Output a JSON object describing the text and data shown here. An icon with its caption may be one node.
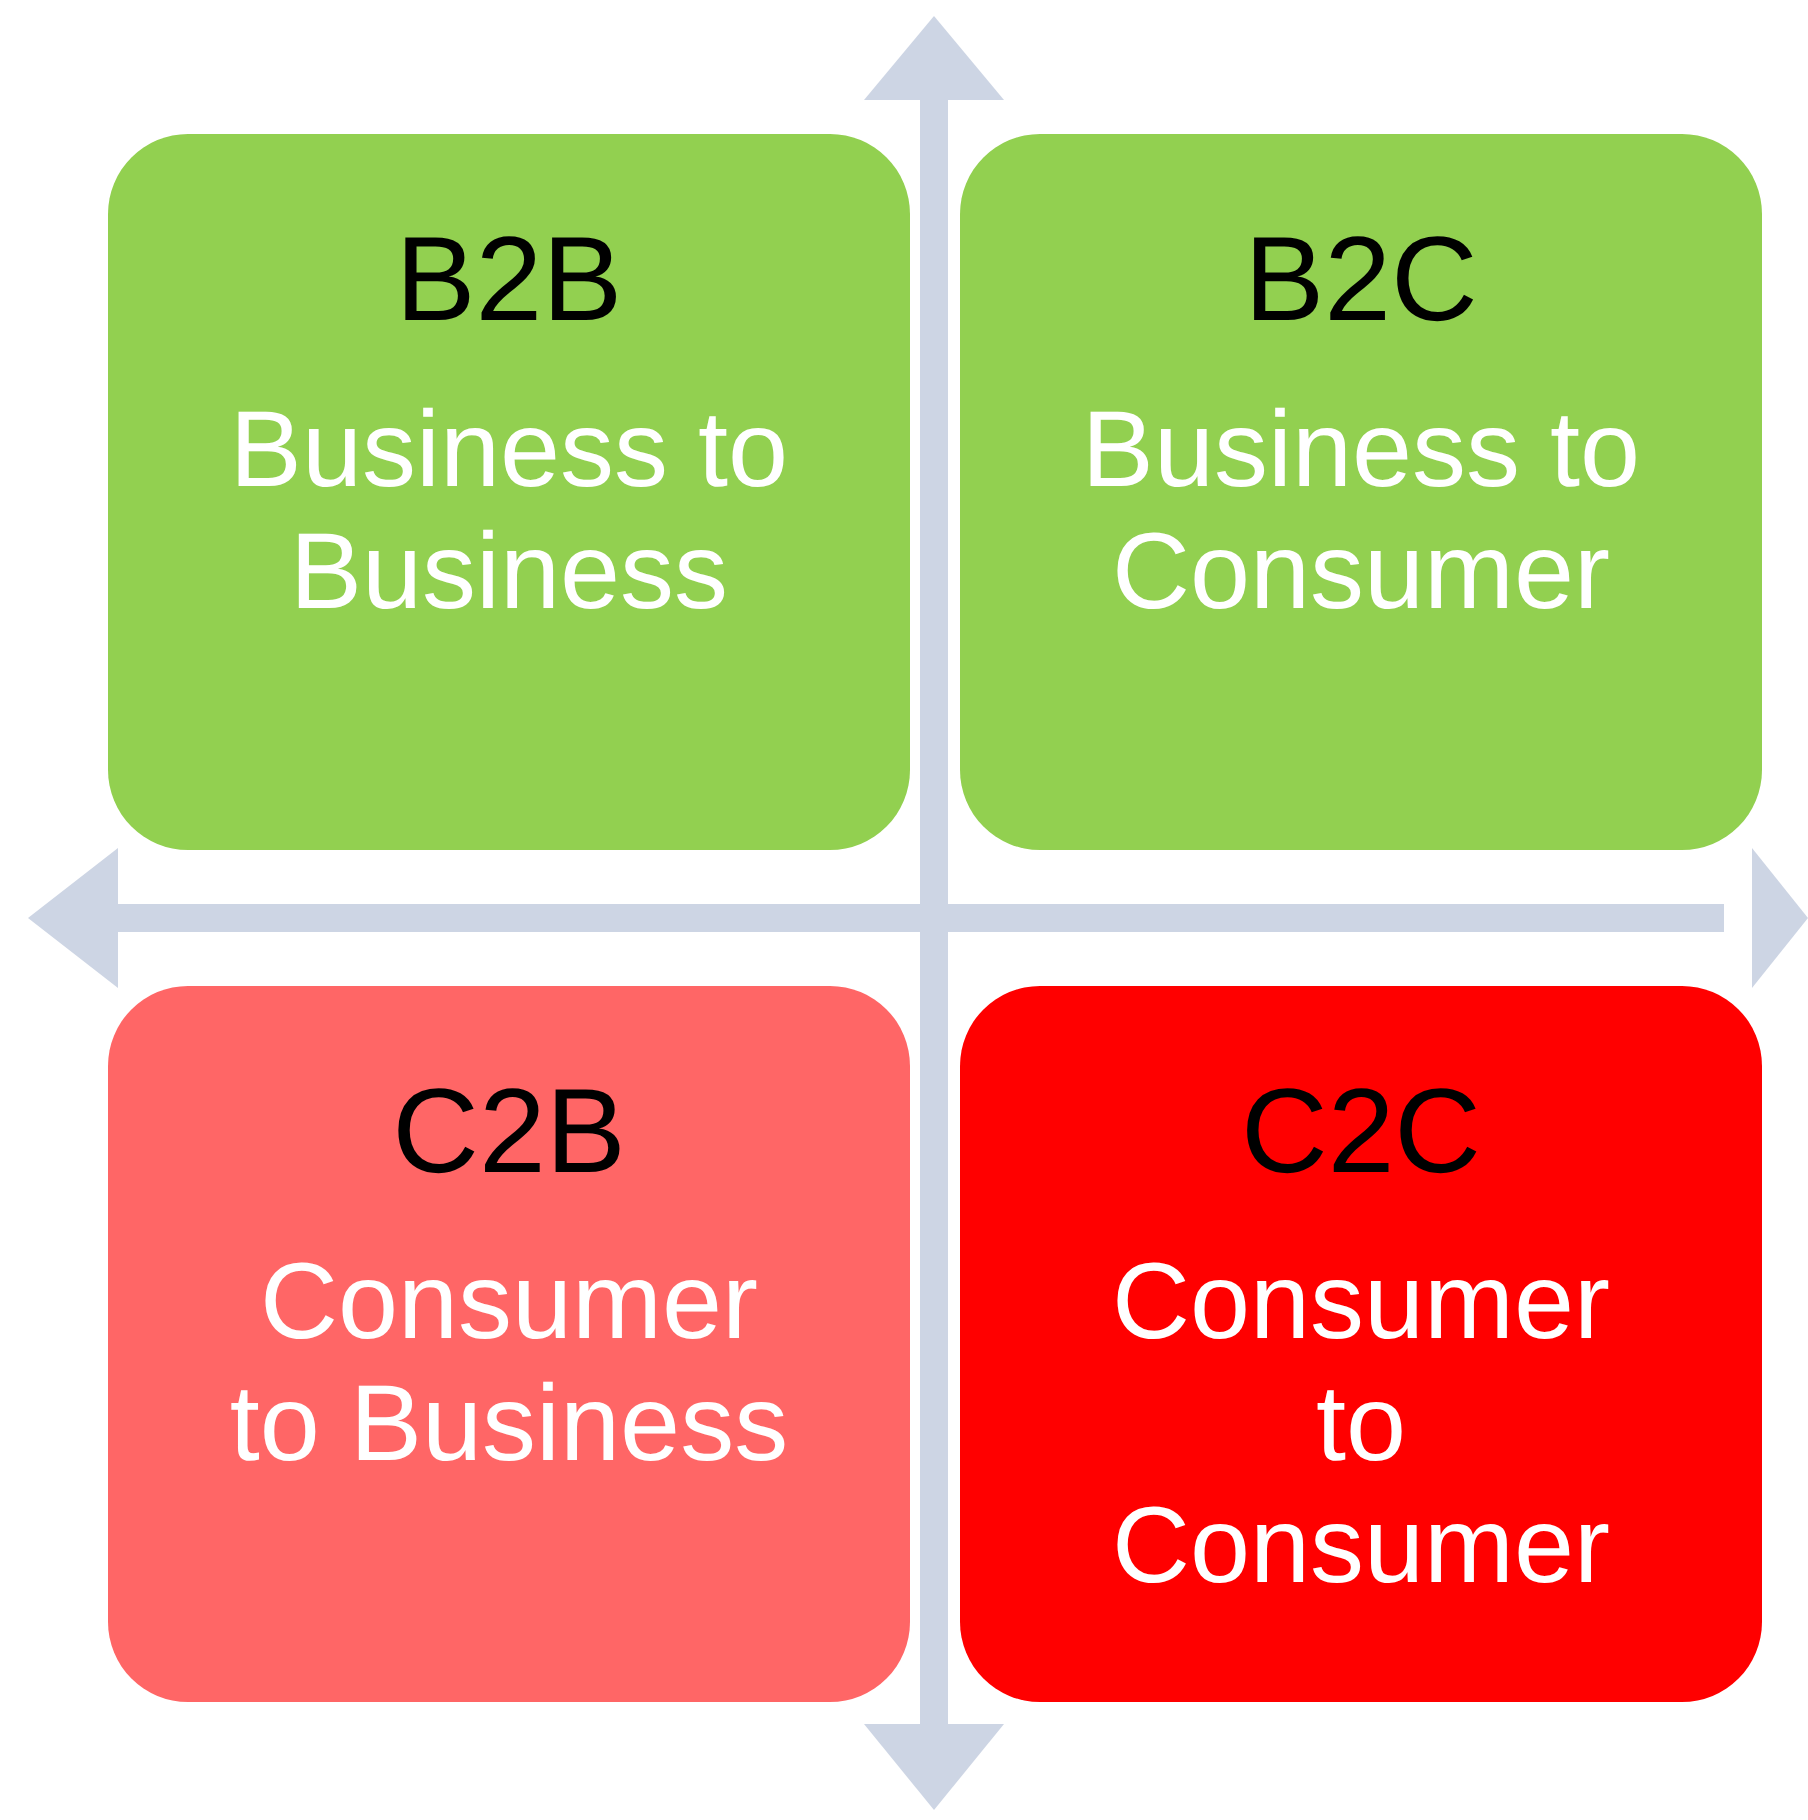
{
  "diagram": {
    "nodes": [
      {
        "text": [
          "B2B",
          "Business to Business"
        ]
      },
      {
        "text": [
          "B2C",
          "Business to Consumer"
        ]
      },
      {
        "text": [
          "C2B",
          "Consumer to Business"
        ]
      },
      {
        "text": [
          "C2C",
          "Consumer to Consumer"
        ]
      }
    ]
  }
}
